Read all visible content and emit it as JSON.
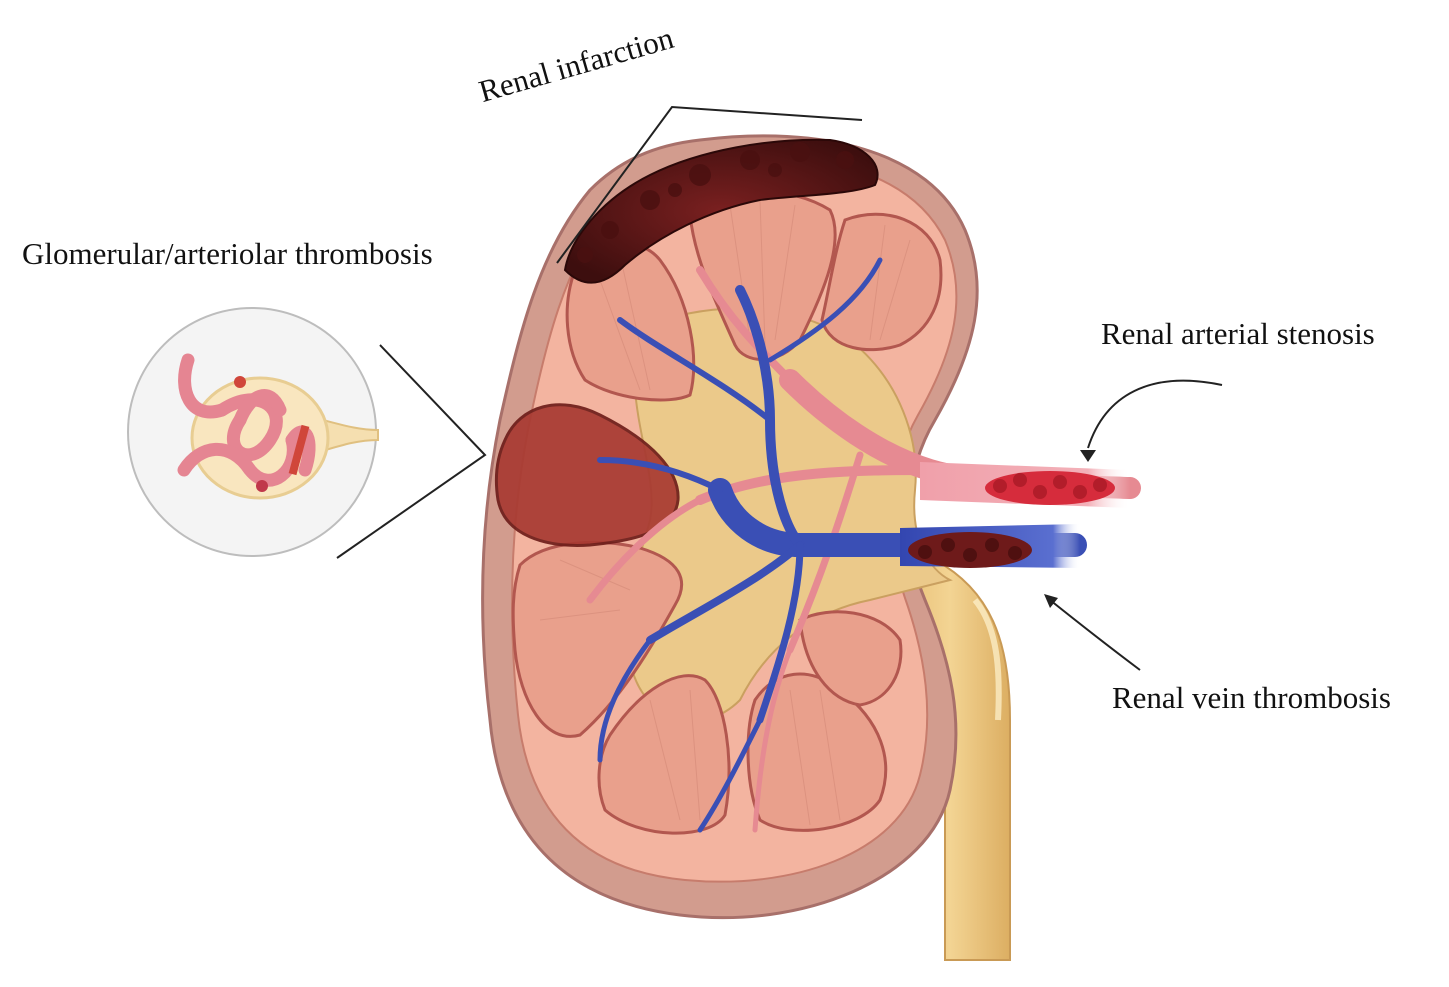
{
  "labels": {
    "renal_infarction": "Renal infarction",
    "glomerular_thrombosis": "Glomerular/arteriolar thrombosis",
    "renal_arterial_stenosis": "Renal arterial stenosis",
    "renal_vein_thrombosis": "Renal vein thrombosis"
  },
  "colors": {
    "capsule_outer": "#c98f82",
    "capsule_inner": "#efb3a0",
    "cortex": "#f4b7a3",
    "pyramid": "#e9a08c",
    "pelvis": "#e9c57c",
    "ureter": "#e7c079",
    "artery": "#e68a92",
    "vein": "#3a4fb5",
    "clot_dark": "#5a1717",
    "clot_red": "#d62c3c",
    "infarct_region": "#a83a32",
    "inset_circle": "#f4f4f4",
    "leader_line": "#222222"
  },
  "icons": {
    "inset": "glomerulus-icon",
    "pointer": "curved-arrow-icon"
  }
}
